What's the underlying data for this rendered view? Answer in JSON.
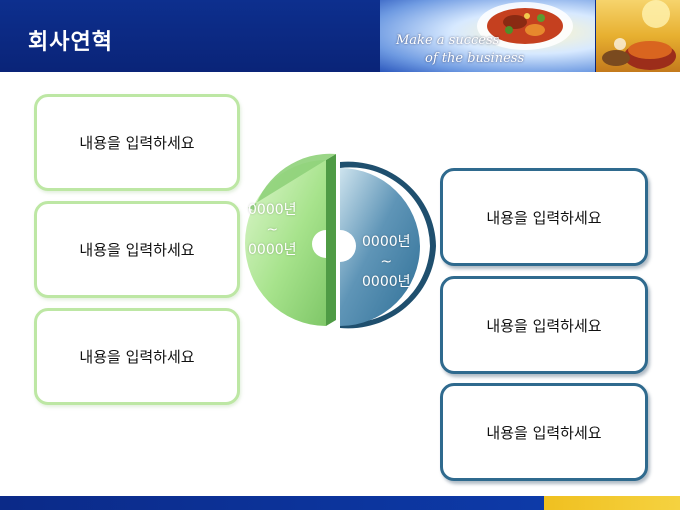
{
  "header": {
    "title": "회사연혁",
    "slogan_line1": "Make a success",
    "slogan_line2": "of the business"
  },
  "left_boxes": [
    {
      "label": "내용을 입력하세요"
    },
    {
      "label": "내용을 입력하세요"
    },
    {
      "label": "내용을 입력하세요"
    }
  ],
  "right_boxes": [
    {
      "label": "내용을 입력하세요"
    },
    {
      "label": "내용을 입력하세요"
    },
    {
      "label": "내용을 입력하세요"
    }
  ],
  "pie": {
    "left_segment": {
      "start": "0000년",
      "tilde": "~",
      "end": "0000년",
      "color": "#a7e38c"
    },
    "right_segment": {
      "start": "0000년",
      "tilde": "~",
      "end": "0000년",
      "color": "#2e6f96"
    }
  },
  "colors": {
    "header_blue": "#0d2f8e",
    "left_border": "#bde7a4",
    "right_border": "#2f6a8e"
  }
}
